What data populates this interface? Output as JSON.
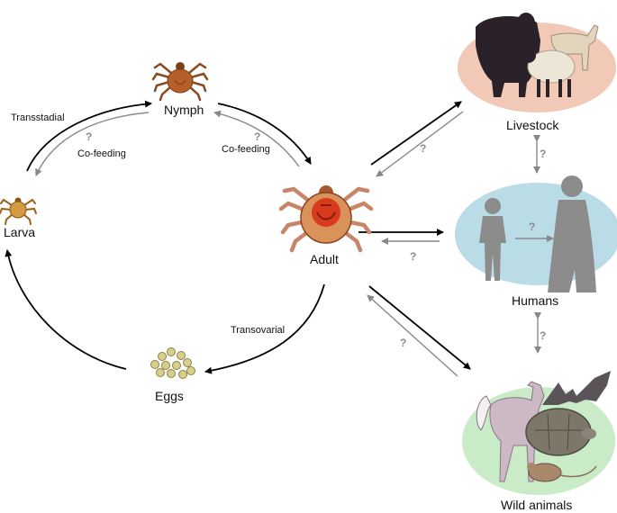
{
  "nodes": {
    "nymph": "Nymph",
    "larva": "Larva",
    "adult": "Adult",
    "eggs": "Eggs",
    "livestock": "Livestock",
    "humans": "Humans",
    "wild": "Wild animals"
  },
  "edges": {
    "transstadial": "Transstadial",
    "cofeeding_left": "Co-feeding",
    "cofeeding_right": "Co-feeding",
    "transovarial": "Transovarial"
  },
  "unknown_mark": "?",
  "colors": {
    "arrow_known": "#000000",
    "arrow_unknown": "#888888",
    "livestock_bg": "#f2c9b6",
    "humans_bg": "#b9dce7",
    "wild_bg": "#c9ebc7",
    "tick": "#b5602a",
    "human_silhouette": "#8c8c8c"
  },
  "icons": [
    "tick-nymph-icon",
    "tick-larva-icon",
    "tick-adult-icon",
    "eggs-icon",
    "livestock-icon",
    "humans-icon",
    "wild-animals-icon"
  ]
}
